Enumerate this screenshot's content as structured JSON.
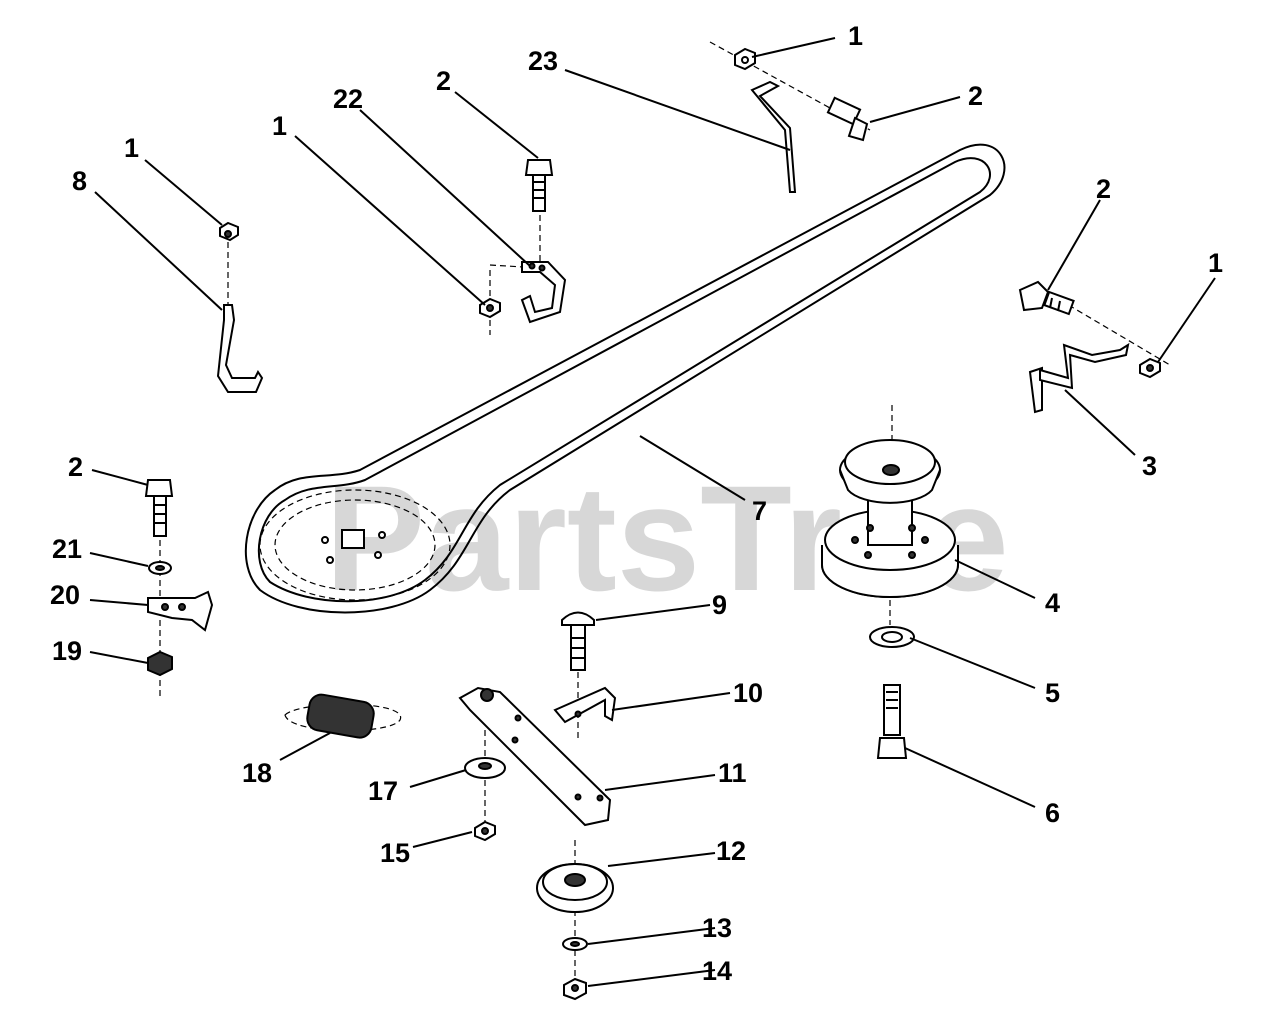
{
  "watermark": "PartsTree",
  "callouts": {
    "c1_top": "1",
    "c23": "23",
    "c2_topright": "2",
    "c22": "22",
    "c2_top": "2",
    "c1_mid": "1",
    "c1_left": "1",
    "c8": "8",
    "c2_right": "2",
    "c1_right": "1",
    "c3": "3",
    "c7": "7",
    "c4": "4",
    "c5": "5",
    "c6": "6",
    "c2_left": "2",
    "c21": "21",
    "c20": "20",
    "c19": "19",
    "c9": "9",
    "c10": "10",
    "c11": "11",
    "c12": "12",
    "c13": "13",
    "c14": "14",
    "c15": "15",
    "c17": "17",
    "c18": "18"
  }
}
